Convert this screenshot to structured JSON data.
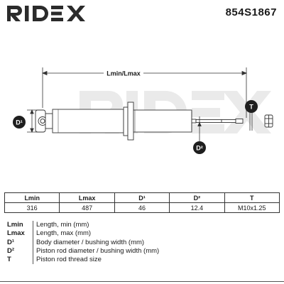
{
  "header": {
    "brand": "RIDEX",
    "part_number": "854S1867"
  },
  "diagram": {
    "dimension_label": "Lmin/Lmax",
    "callout_d1": "D¹",
    "callout_d2": "D²",
    "callout_t": "T",
    "watermark": "RIDEX"
  },
  "table": {
    "headers": [
      "Lmin",
      "Lmax",
      "D¹",
      "D²",
      "T"
    ],
    "values": [
      "316",
      "487",
      "46",
      "12.4",
      "M10x1.25"
    ]
  },
  "legend": [
    {
      "key": "Lmin",
      "desc": "Length, min (mm)"
    },
    {
      "key": "Lmax",
      "desc": "Length, max (mm)"
    },
    {
      "key": "D¹",
      "desc": "Body diameter / bushing width (mm)"
    },
    {
      "key": "D²",
      "desc": "Piston rod diameter / bushing width (mm)"
    },
    {
      "key": "T",
      "desc": "Piston rod thread size"
    }
  ],
  "colors": {
    "brand_dark": "#2b2b2b",
    "callout_fill": "#1e1e1e",
    "watermark": "#e6e6e6"
  }
}
